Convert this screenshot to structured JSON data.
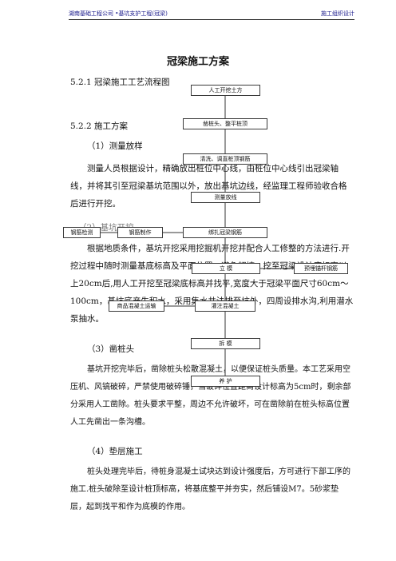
{
  "header": {
    "left": "湖南基础工程公司 •基坑支护工程(冠梁)",
    "right": "施工组织设计"
  },
  "title": "冠梁施工方案",
  "sections": {
    "s1": "5.2.1 冠梁施工工艺流程图",
    "s2": "5.2.2  施工方案",
    "sub1": "（1）测量放样",
    "para1": "测量人员根据设计，精确放出桩位中心线，由桩位中心线引出冠梁轴线，并将其引至冠梁基坑范围以外，放出基坑边线，经监理工程师验收合格后进行开挖。",
    "sub2": "（2）基坑开挖",
    "para2": "根据地质条件，基坑开挖采用挖掘机开挖并配合人工修整的方法进行.开挖过程中随时测量基底标高及平面位置，避免超挖。挖至冠梁设计底标高以上20cm后,用人工开挖至冠梁底标高并找平,宽度大于冠梁平面尺寸60cm～100cm，基坑底产生积水，采用集水井法排至坑外，四周设排水沟,利用潜水泵抽水。",
    "sub3": "（3）凿桩头",
    "para3": "基坑开挖完毕后，凿除桩头松散混凝土，以便保证桩头质量。本工艺采用空压机、风镐破碎，严禁使用破碎锤，当破碎位置距离设计标高为5cm时，剩余部分采用人工凿除。桩头要求平整，周边不允许破坏，可在凿除前在桩头标高位置人工先凿出一条沟槽。",
    "sub4": "（4）垫层施工",
    "para4": "桩头处理完毕后，待桩身混凝土试块达到设计强度后，方可进行下部工序的施工.桩头破除至设计桩顶标高，将基底整平并夯实，然后铺设M7。5砂浆垫层，起到找平和作为底模的作用。"
  },
  "flow": {
    "b1": "人工开挖土方",
    "b2": "凿桩头、整平桩顶",
    "b3": "清洗、调直桩顶钢筋",
    "b4": "测量放线",
    "b5": "绑扎冠梁钢筋",
    "b6": "钢筋检测",
    "b7": "钢筋制作",
    "b8": "立    模",
    "b9": "预埋锚杆钢筋",
    "b10": "灌注混凝土",
    "b11": "商品混凝土运输",
    "b12": "拆      模",
    "b13": "养      护"
  }
}
